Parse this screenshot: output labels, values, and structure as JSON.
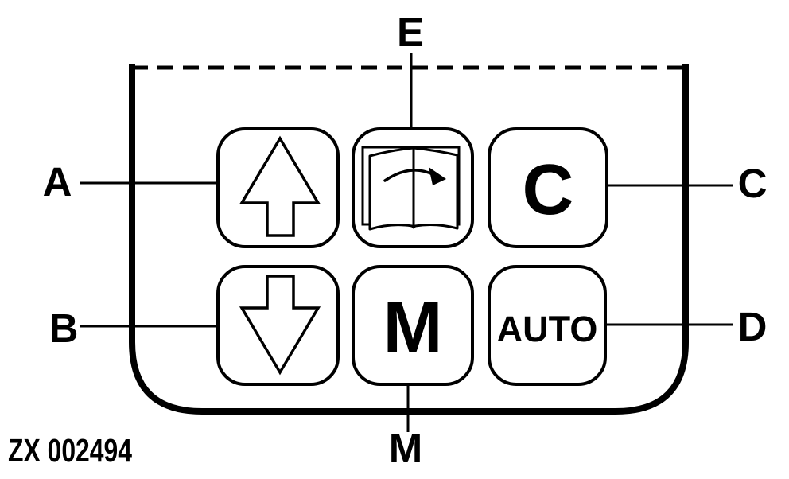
{
  "figure": {
    "code": "ZX 002494",
    "background_color": "#ffffff",
    "line_color": "#000000"
  },
  "callouts": {
    "a": "A",
    "b": "B",
    "c": "C",
    "d": "D",
    "e": "E",
    "m": "M"
  },
  "buttons": {
    "up_arrow_icon": "up-arrow",
    "down_arrow_icon": "down-arrow",
    "page_turn_icon": "open-book-page-turn-arrow",
    "c_label": "C",
    "m_label": "M",
    "auto_label": "AUTO"
  }
}
